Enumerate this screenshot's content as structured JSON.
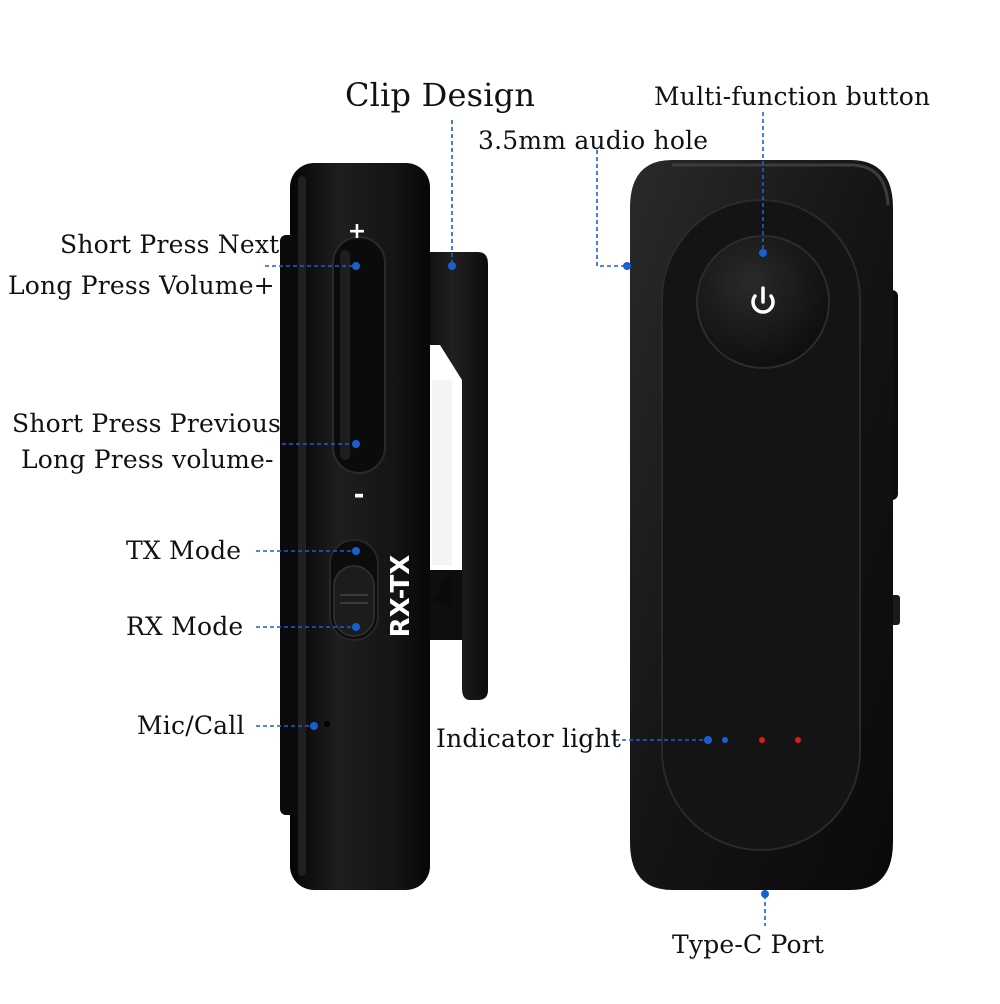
{
  "labels": {
    "clip_design": "Clip Design",
    "multi_function_button": "Multi-function button",
    "audio_hole": "3.5mm audio hole",
    "short_press_next": "Short Press Next",
    "long_press_volume_up": "Long Press Volume+",
    "short_press_previous": "Short Press Previous",
    "long_press_volume_down": "Long Press volume-",
    "tx_mode": "TX Mode",
    "rx_mode": "RX Mode",
    "mic_call": "Mic/Call",
    "indicator_light": "Indicator light",
    "type_c_port": "Type-C Port"
  },
  "device_markings": {
    "plus": "+",
    "minus": "-",
    "switch_text": "RX-TX"
  },
  "colors": {
    "callout_blue": "#1a5fd0",
    "device_body": "#141414",
    "indicator_red": "#e01818",
    "indicator_blue": "#1a5fd0"
  },
  "icons": {
    "power": "power-icon"
  }
}
